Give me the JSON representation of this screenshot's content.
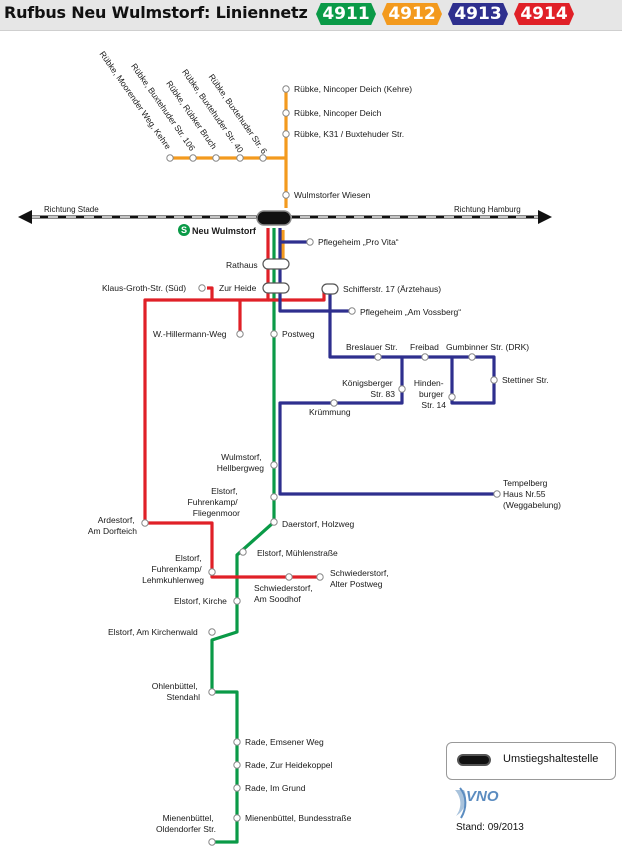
{
  "header": {
    "title": "Rufbus Neu Wulmstorf:  Liniennetz",
    "lines": [
      {
        "number": "4911",
        "color": "#0a9a47"
      },
      {
        "number": "4912",
        "color": "#f39a1e"
      },
      {
        "number": "4913",
        "color": "#2e2f8e"
      },
      {
        "number": "4914",
        "color": "#e02027"
      }
    ]
  },
  "directions": {
    "west": "Richtung Stade",
    "east": "Richtung Hamburg"
  },
  "stations": {
    "main": "Neu Wulmstorf",
    "rathaus": "Rathaus",
    "zur_heide": "Zur Heide"
  },
  "stops": {
    "nincoper_kehre": "Rübke, Nincoper Deich (Kehre)",
    "nincoper": "Rübke, Nincoper Deich",
    "k31": "Rübke, K31 / Buxtehuder Str.",
    "wulmstorfer_wiesen": "Wulmstorfer Wiesen",
    "moorender": "Rübke, Moorender Weg, Kehre",
    "bux106": "Rübke, Buxtehuder Str. 106",
    "bruch": "Rübke, Rübker Bruch",
    "bux40": "Rübke, Buxtehuder Str. 40",
    "bux6": "Rübke, Buxtehuder Str. 6",
    "pro_vita": "Pflegeheim „Pro Vita“",
    "schifferstr": "Schifferstr. 17 (Ärztehaus)",
    "vossberg": "Pflegeheim „Am Vossberg“",
    "klaus_groth": "Klaus-Groth-Str. (Süd)",
    "hillermann": "W.-Hillermann-Weg",
    "postweg": "Postweg",
    "breslauer": "Breslauer Str.",
    "freibad": "Freibad",
    "gumbinner": "Gumbinner Str. (DRK)",
    "stettiner": "Stettiner Str.",
    "koenigsberger": [
      "Königsberger",
      "Str. 83"
    ],
    "hindenburger": [
      "Hinden-",
      "burger",
      "Str. 14"
    ],
    "kruemmung": "Krümmung",
    "hellbergweg": [
      "Wulmstorf,",
      "Hellbergweg"
    ],
    "tempelberg": [
      "Tempelberg",
      "Haus Nr.55",
      "(Weggabelung)"
    ],
    "fliegenmoor": [
      "Elstorf,",
      "Fuhrenkamp/",
      "Fliegenmoor"
    ],
    "ardestorf": [
      "Ardestorf,",
      "Am Dorfteich"
    ],
    "holzweg": "Daerstorf, Holzweg",
    "muehlen": "Elstorf, Mühlenstraße",
    "lehmkuhlenweg": [
      "Elstorf,",
      "Fuhrenkamp/",
      "Lehmkuhlenweg"
    ],
    "soodhof": [
      "Schwiederstorf,",
      "Am Soodhof"
    ],
    "alter_postweg": [
      "Schwiederstorf,",
      "Alter Postweg"
    ],
    "kirche": "Elstorf, Kirche",
    "kirchenwald": "Elstorf, Am Kirchenwald",
    "stendahl": [
      "Ohlenbüttel,",
      "Stendahl"
    ],
    "ensemer": "Rade, Emsener Weg",
    "heidekoppel": "Rade, Zur Heidekoppel",
    "im_grund": "Rade, Im Grund",
    "oldendorfer": [
      "Mienenbüttel,",
      "Oldendorfer Str."
    ],
    "bundesstrasse": "Mienenbüttel, Bundesstraße"
  },
  "legend": {
    "label": "Umstiegshaltestelle"
  },
  "logo": {
    "text": "VNO"
  },
  "stand": "Stand: 09/2013"
}
